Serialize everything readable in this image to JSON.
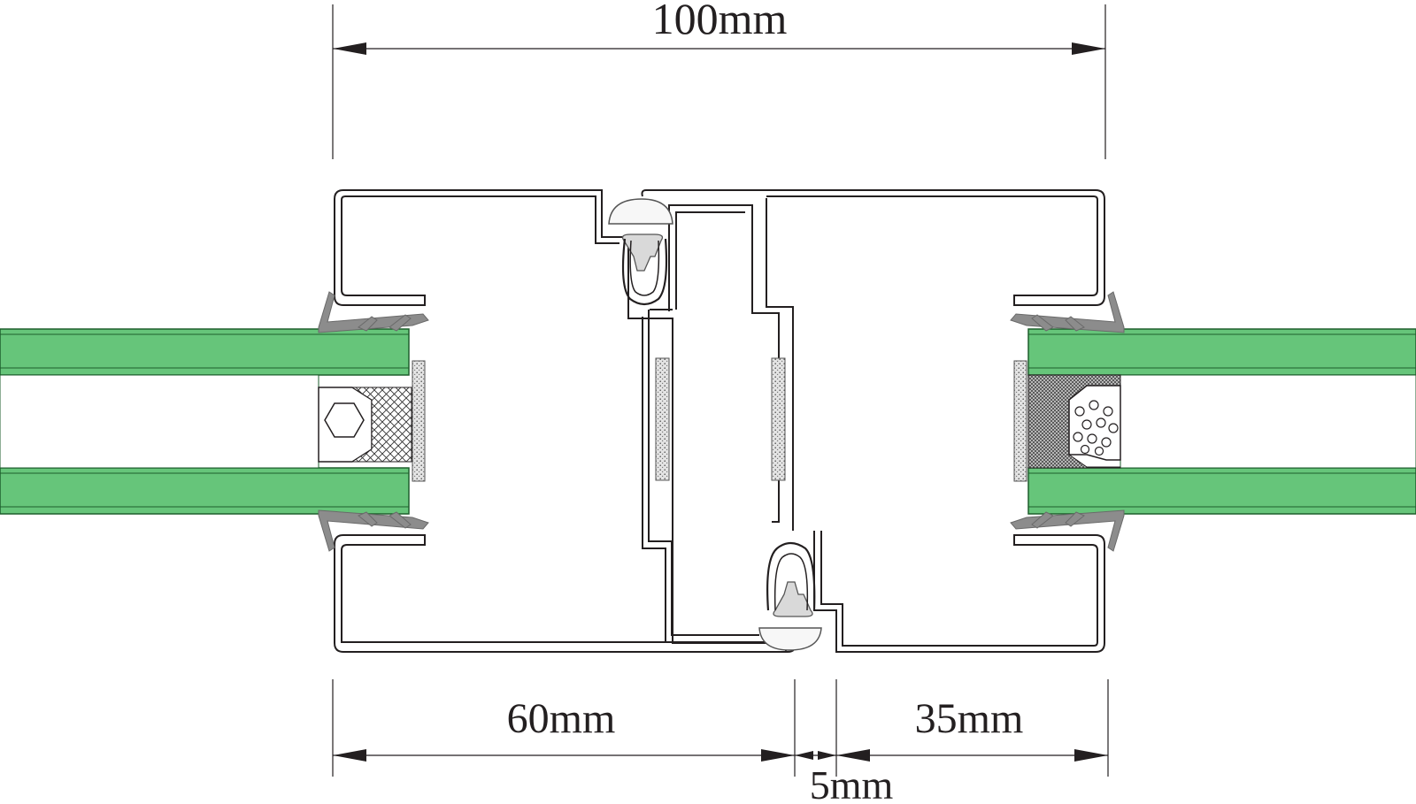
{
  "dimensions": {
    "overall": "100mm",
    "left_section": "60mm",
    "gap": "5mm",
    "right_section": "35mm"
  },
  "colors": {
    "glass": "#66c57a",
    "glass_edge": "#1e5e2c",
    "frame_line": "#231f20",
    "gasket": "#8c8c8c",
    "dimension_line": "#231f20"
  }
}
